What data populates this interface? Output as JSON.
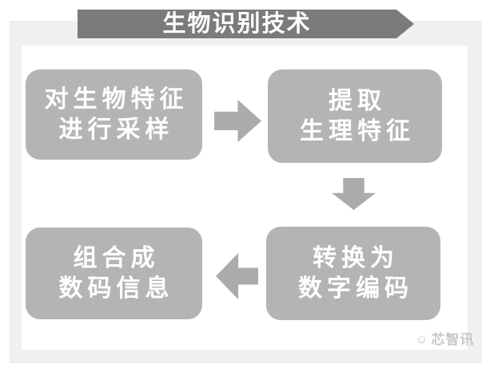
{
  "banner": {
    "title": "生物识别技术"
  },
  "flow": {
    "boxes": [
      {
        "name": "sampling",
        "line1": "对生物特征",
        "line2": "进行采样"
      },
      {
        "name": "extract",
        "line1": "提取",
        "line2": "生理特征"
      },
      {
        "name": "convert",
        "line1": "转换为",
        "line2": "数字编码"
      },
      {
        "name": "combine",
        "line1": "组合成",
        "line2": "数码信息"
      }
    ],
    "arrows": [
      {
        "direction": "right",
        "from": "sampling",
        "to": "extract"
      },
      {
        "direction": "down",
        "from": "extract",
        "to": "convert"
      },
      {
        "direction": "left",
        "from": "convert",
        "to": "combine"
      }
    ]
  },
  "watermark": {
    "logo_icon": "smiley-logo",
    "icon_glyph": "☺",
    "text": "芯智讯"
  },
  "colors": {
    "background": "#ffffff",
    "frame": "#f0f0f1",
    "banner_bg": "#7b7b7b",
    "box_bg": "#b4b4b4",
    "arrow": "#ababab",
    "box_text": "#ffffff",
    "watermark_text": "#c7c7c7"
  }
}
